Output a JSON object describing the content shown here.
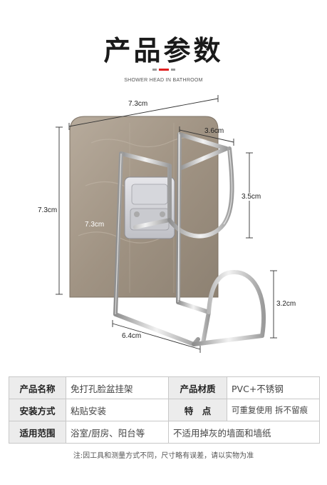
{
  "header": {
    "title": "产品参数",
    "subtitle": "SHOWER HEAD IN BATHROOM"
  },
  "dimensions": {
    "plate_width": "7.3cm",
    "plate_height": "7.3cm",
    "inner_height": "7.3cm",
    "top_depth": "3.6cm",
    "upper_hook_height": "3.5cm",
    "lower_hook_height": "3.2cm",
    "bottom_depth": "6.4cm"
  },
  "specs": {
    "rows": [
      {
        "k1": "产品名称",
        "v1": "免打孔脸盆挂架",
        "k2": "产品材质",
        "v2": "PVC+不锈钢"
      },
      {
        "k1": "安装方式",
        "v1": "粘贴安装",
        "k2": "特　点",
        "v2": "可重复使用 拆不留痕"
      },
      {
        "k1": "适用范围",
        "v1": "浴室/厨房、阳台等",
        "v2": "不适用掉灰的墙面和墙纸"
      }
    ]
  },
  "note": "注:因工具和测量方式不同，尺寸略有误差，请以实物为准",
  "colors": {
    "accent": "#e02020",
    "plate": "#a89a8a",
    "table_header": "#ececec"
  }
}
